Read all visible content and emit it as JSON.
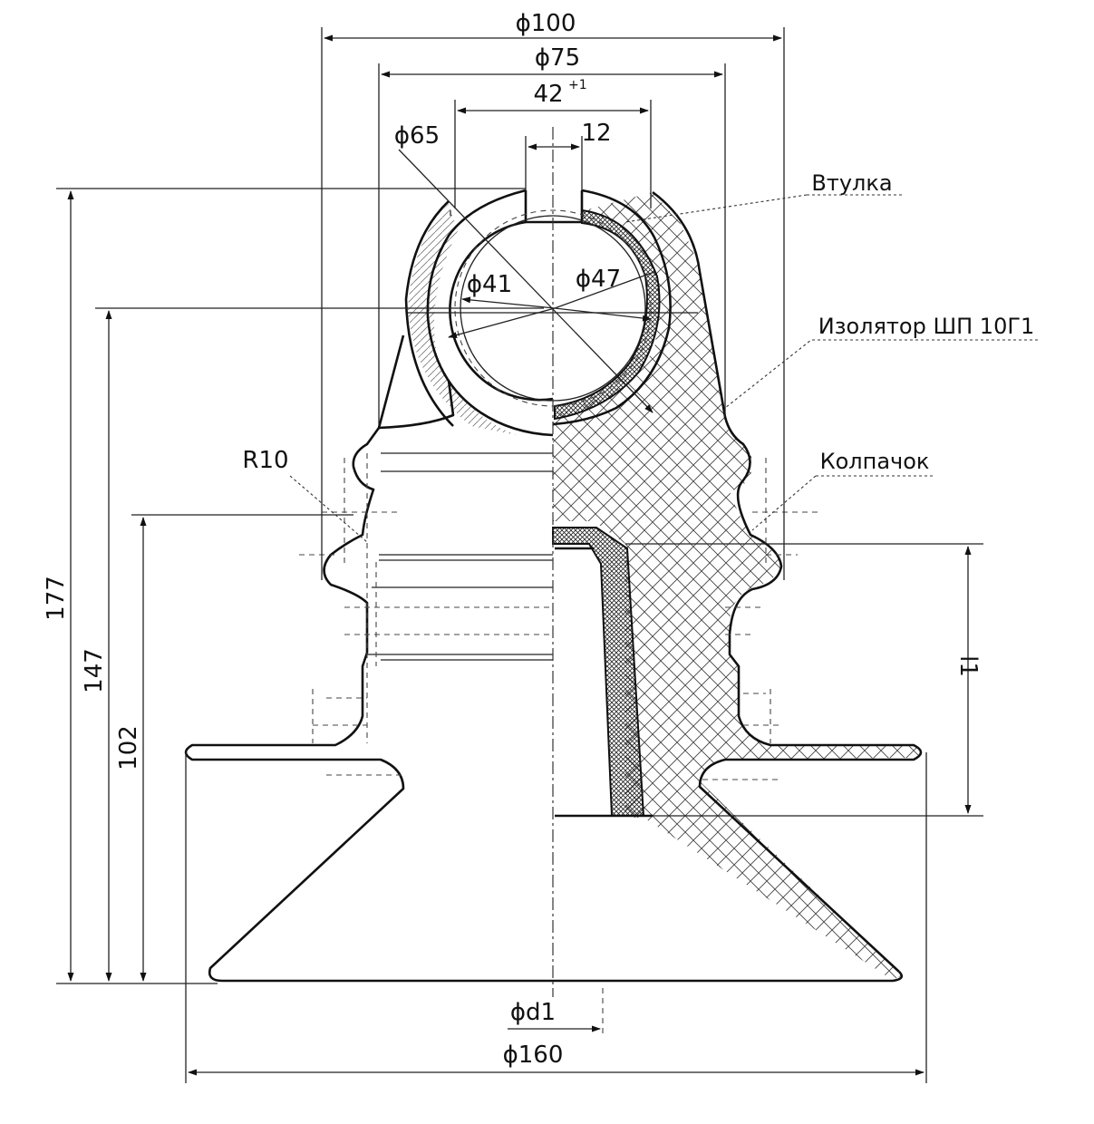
{
  "dimensions": {
    "d100": "ϕ100",
    "d75": "ϕ75",
    "w42": "42",
    "w42_tol": "+1",
    "d65": "ϕ65",
    "w12": "12",
    "d41": "ϕ41",
    "d47": "ϕ47",
    "r10": "R10",
    "h177": "177",
    "h147": "147",
    "h102": "102",
    "l1": "l1",
    "dd1": "ϕd1",
    "d160": "ϕ160"
  },
  "labels": {
    "bushing": "Втулка",
    "insulator": "Изолятор ШП 10Г1",
    "cap": "Колпачок"
  }
}
